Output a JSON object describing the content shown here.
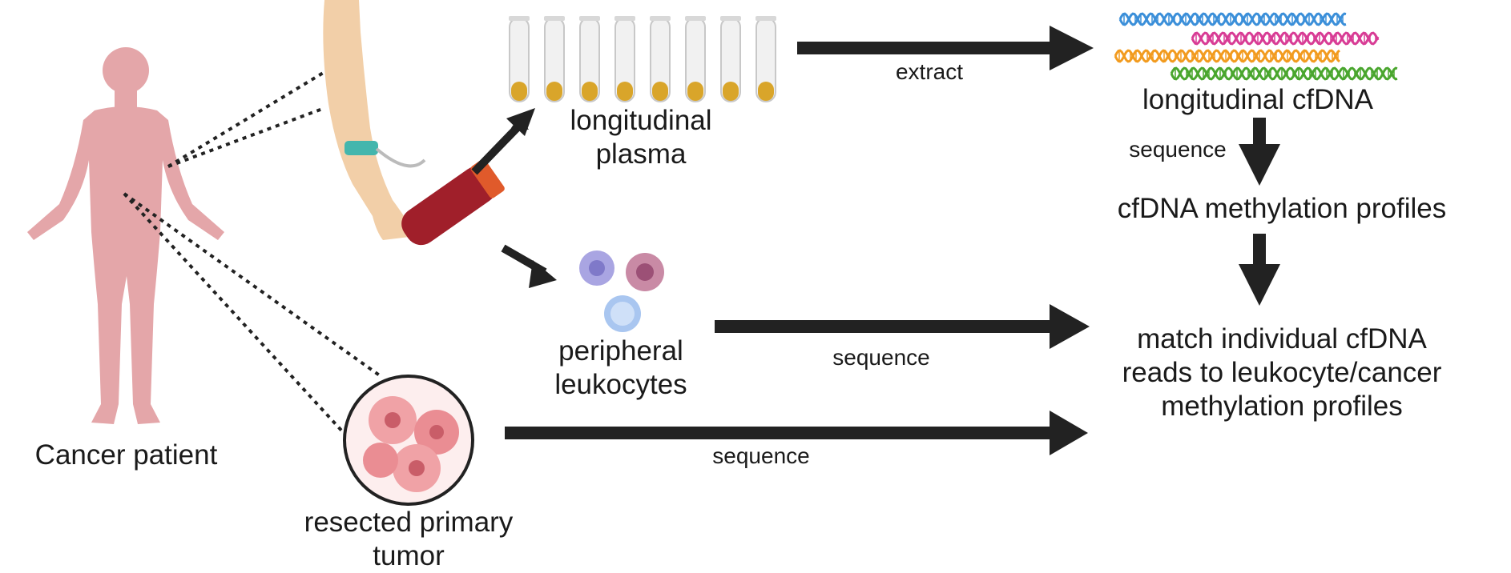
{
  "nodes": {
    "patient": {
      "label": "Cancer patient"
    },
    "plasma": {
      "line1": "longitudinal",
      "line2": "plasma"
    },
    "leukocytes": {
      "line1": "peripheral",
      "line2": "leukocytes"
    },
    "tumor": {
      "line1": "resected primary",
      "line2": "tumor"
    },
    "cfdna": {
      "label": "longitudinal cfDNA"
    },
    "methylation": {
      "label": "cfDNA methylation profiles"
    },
    "match": {
      "line1": "match individual cfDNA",
      "line2": "reads to leukocyte/cancer",
      "line3": "methylation profiles"
    }
  },
  "edges": {
    "extract": "extract",
    "seq_cfdna": "sequence",
    "seq_leukocytes": "sequence",
    "seq_tumor": "sequence"
  },
  "colors": {
    "body": "#e4a6a9",
    "arrow": "#222222",
    "plasma": "#d9a52a",
    "tube": "#f1f1f1",
    "dna": [
      "#3b8fd9",
      "#d83c95",
      "#f29b1f",
      "#4aa62e"
    ],
    "leuko_purple": "#a9a5e2",
    "leuko_pink": "#c98aa5",
    "leuko_blue": "#a9c6f0",
    "tumor": "#f0a2a6"
  }
}
